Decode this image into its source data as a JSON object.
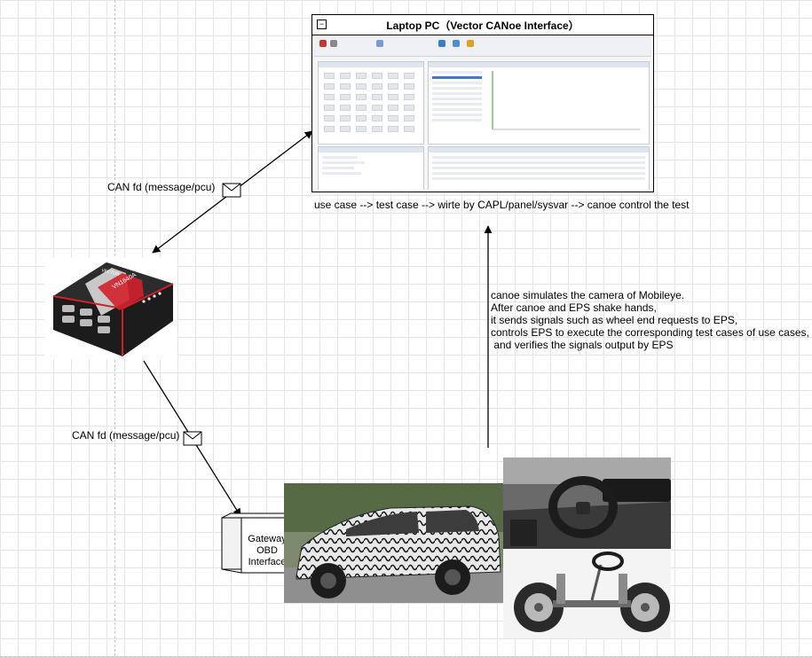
{
  "laptop": {
    "title": "Laptop PC（Vector CANoe Interface）",
    "collapse_symbol": "−"
  },
  "flow_caption": "use case --> test case --> wirte by CAPL/panel/sysvar --> canoe control the test",
  "links": {
    "upper_label": "CAN fd (message/pcu)",
    "lower_label": "CAN fd (message/pcu)"
  },
  "device": {
    "brand": "VECTOR",
    "model": "VN1640A"
  },
  "gateway": {
    "lines": [
      "Gateway",
      "OBD",
      "Interface"
    ]
  },
  "note": {
    "lines": [
      "canoe simulates the camera of Mobileye.",
      "After canoe and EPS shake hands,",
      "it sends signals such as wheel end requests to EPS,",
      "controls EPS to execute the corresponding test cases of use cases,",
      " and verifies the signals output by EPS"
    ]
  },
  "colors": {
    "device_body": "#1c1c1c",
    "device_accent": "#d0202a",
    "grid": "#e4e4e4",
    "selection": "#3c7ad6"
  }
}
